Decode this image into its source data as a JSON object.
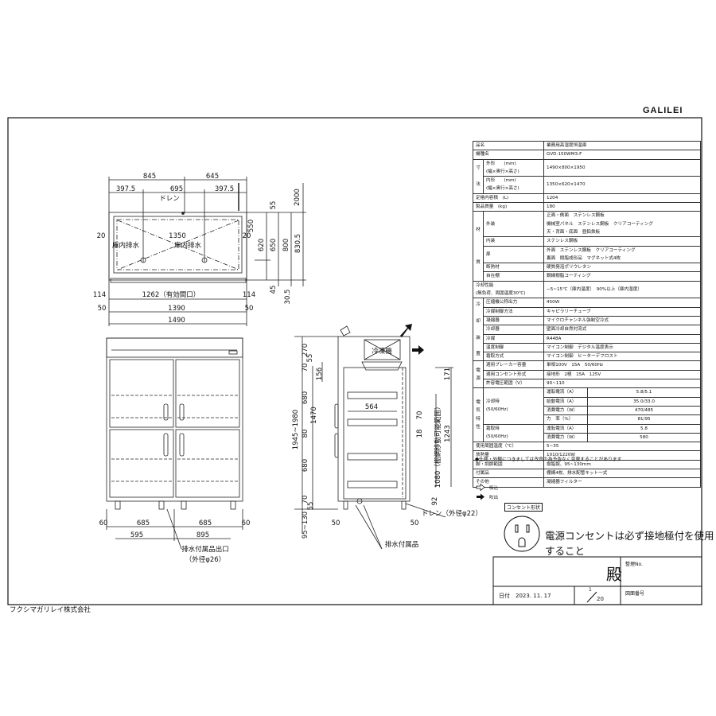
{
  "brand": "GALILEI",
  "company": "フクシマガリレイ株式会社",
  "top_view": {
    "dims": [
      "845",
      "645",
      "397.5",
      "695",
      "397.5",
      "20",
      "1350",
      "20",
      "114",
      "1262（有効間口）",
      "114",
      "50",
      "1390",
      "50",
      "1490",
      "2000",
      "55",
      "550",
      "620",
      "650",
      "800",
      "830.5",
      "45",
      "30.5"
    ],
    "labels": [
      "ドレン",
      "庫内排水",
      "庫内排水"
    ]
  },
  "front_view": {
    "dims": [
      "60",
      "685",
      "685",
      "60",
      "595",
      "895"
    ],
    "labels": [
      "排水付属品出口",
      "（外径φ26）"
    ]
  },
  "side_view": {
    "dims": [
      "270",
      "55",
      "70",
      "156",
      "680",
      "1470",
      "80",
      "680",
      "70",
      "55",
      "95~130",
      "1945~1980",
      "564",
      "70",
      "18",
      "1243",
      "1080（棚網移動可能範囲）",
      "171",
      "92",
      "50",
      "50"
    ],
    "labels": [
      "冷凍機",
      "ドレン（外径φ22）",
      "排水付属品"
    ]
  },
  "spec": {
    "hinmei": [
      "品名",
      "業務用高湿度恒温庫"
    ],
    "model": [
      "機種名",
      "GVD-150WM3-F"
    ],
    "size_cat": [
      "寸",
      "法"
    ],
    "outer": [
      "外形　　(mm)",
      "(幅×奥行×高さ)",
      "1490×800×1950"
    ],
    "inner": [
      "内形　　(mm)",
      "(幅×奥行×高さ)",
      "1350×620×1470"
    ],
    "volume": [
      "定格内容積　(L)",
      "1204"
    ],
    "mass": [
      "製品質量　(kg)",
      "180"
    ],
    "material_cat": [
      "材",
      "質"
    ],
    "exterior": [
      "外装",
      "正面・側面　ステンレス鋼板",
      "機械室パネル　ステンレス鋼板　クリアコーティング",
      "天・背面・底面　亜鉛鉄板"
    ],
    "interior": [
      "内装",
      "ステンレス鋼板"
    ],
    "door": [
      "扉",
      "外面　ステンレス鋼板　クリアコーティング",
      "裏面　樹脂成形品　マグネット式4枚"
    ],
    "insulation": [
      "断熱材",
      "硬質発泡ポリウレタン"
    ],
    "shelf": [
      "自在棚",
      "鋼線樹脂コーティング"
    ],
    "cooling_perf": [
      "冷却性能",
      "(無負荷、周囲温度30℃)",
      "−5~15℃（庫内温度）　90%以上（庫内湿度）"
    ],
    "cooling_cat": [
      "冷",
      "却",
      "装",
      "置"
    ],
    "cooling": [
      [
        "圧縮機公称出力",
        "450W"
      ],
      [
        "冷媒制御方法",
        "キャピラリーチューブ"
      ],
      [
        "凝縮器",
        "マイクロチャンネル強制空冷式"
      ],
      [
        "冷却器",
        "壁面冷却自然対流式"
      ],
      [
        "冷媒",
        "R448A"
      ],
      [
        "温度制御",
        "マイコン制御　デジタル温度表示"
      ],
      [
        "霜取方式",
        "マイコン制御　ヒーターデフロスト"
      ]
    ],
    "power_cat": [
      "電",
      "源"
    ],
    "power": [
      [
        "適用ブレーカー容量",
        "単相100V　15A　50/60Hz"
      ],
      [
        "適用コンセント形式",
        "接地形　2極　15A　125V"
      ],
      [
        "許容電圧範囲（V）",
        "90~110"
      ]
    ],
    "elec_cat": [
      "電",
      "気",
      "特",
      "性"
    ],
    "cooling_mode": [
      "冷却時",
      "(50/60Hz)"
    ],
    "cooling_elec": [
      [
        "運転電流（A）",
        "5.8/5.1"
      ],
      [
        "始動電流（A）",
        "35.0/33.0"
      ],
      [
        "消費電力（W）",
        "470/485"
      ],
      [
        "力　率（%）",
        "81/95"
      ]
    ],
    "defrost_mode": [
      "霜取時",
      "(50/60Hz)"
    ],
    "defrost_elec": [
      [
        "運転電流（A）",
        "5.8"
      ],
      [
        "消費電力（W）",
        "580"
      ]
    ],
    "misc": [
      [
        "使用周囲温度（℃）",
        "5~35"
      ],
      [
        "放熱量",
        "1010/1220W"
      ],
      [
        "脚・調節範囲",
        "樹脂製、95~130mm"
      ],
      [
        "付属品",
        "棚網4枚、排水配管キット一式"
      ],
      [
        "その他",
        "凝縮器フィルター"
      ]
    ]
  },
  "note": "●仕様・外観につきましては改良の為予告なく変更することがあります",
  "legend": {
    "intake": "吸込",
    "exhaust": "吹出"
  },
  "outlet": {
    "tag": "コンセント形状",
    "message": "電源コンセントは必ず接地極付を使用すること"
  },
  "title_block": {
    "honorific": "殿",
    "ref_no": "整理No.",
    "date": "日付　2023. 11. 17",
    "scale_num": "1",
    "scale_den": "20",
    "drawing_no": "図面番号"
  }
}
